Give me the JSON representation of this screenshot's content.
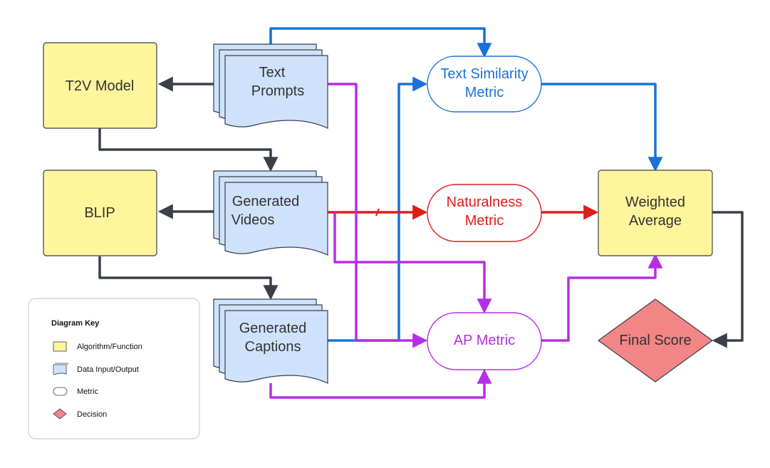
{
  "nodes": {
    "t2v_model": "T2V Model",
    "blip": "BLIP",
    "text_prompts": [
      "Text",
      "Prompts"
    ],
    "generated_videos": [
      "Generated",
      "Videos"
    ],
    "generated_captions": [
      "Generated",
      "Captions"
    ],
    "text_similarity_metric": [
      "Text Similarity",
      "Metric"
    ],
    "naturalness_metric": [
      "Naturalness",
      "Metric"
    ],
    "ap_metric": "AP Metric",
    "weighted_average": [
      "Weighted",
      "Average"
    ],
    "final_score": "Final Score"
  },
  "key": {
    "title": "Diagram Key",
    "items": [
      {
        "label": "Algorithm/Function",
        "shape": "rectangle"
      },
      {
        "label": "Data Input/Output",
        "shape": "document"
      },
      {
        "label": "Metric",
        "shape": "rounded"
      },
      {
        "label": "Decision",
        "shape": "diamond"
      }
    ]
  },
  "colors": {
    "algorithm_fill": "#fff59d",
    "data_fill": "#cfe2fb",
    "decision_fill": "#f28585",
    "blue_edge": "#1971d9",
    "red_edge": "#e01b1b",
    "purple_edge": "#b62ee6",
    "dark_edge": "#3a3f4a"
  }
}
